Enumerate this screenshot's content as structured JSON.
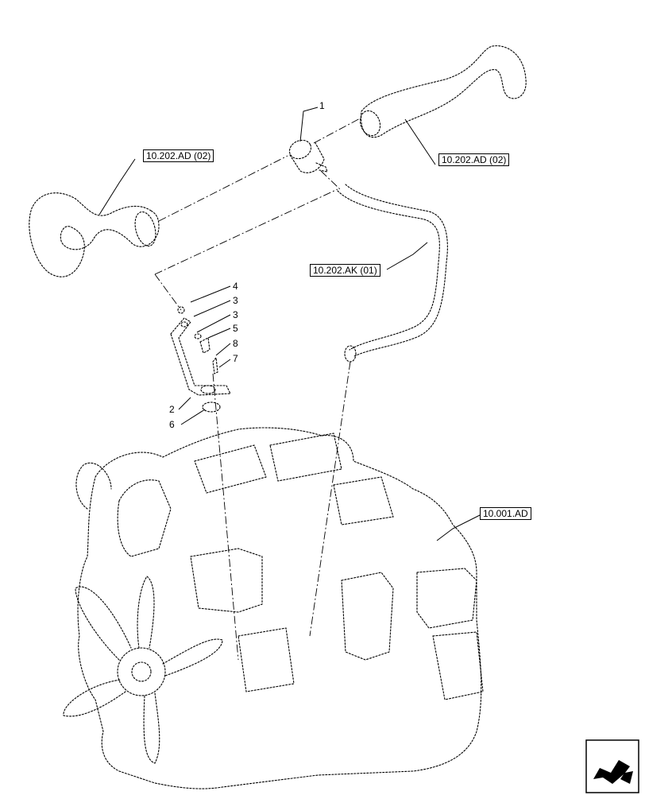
{
  "references": {
    "left_hose": "10.202.AD (02)",
    "right_hose": "10.202.AD (02)",
    "small_hose": "10.202.AK (01)",
    "engine": "10.001.AD"
  },
  "callouts": [
    "1",
    "4",
    "3",
    "3",
    "5",
    "8",
    "7",
    "2",
    "6"
  ],
  "nav_icon": "next-page-arrow-icon"
}
